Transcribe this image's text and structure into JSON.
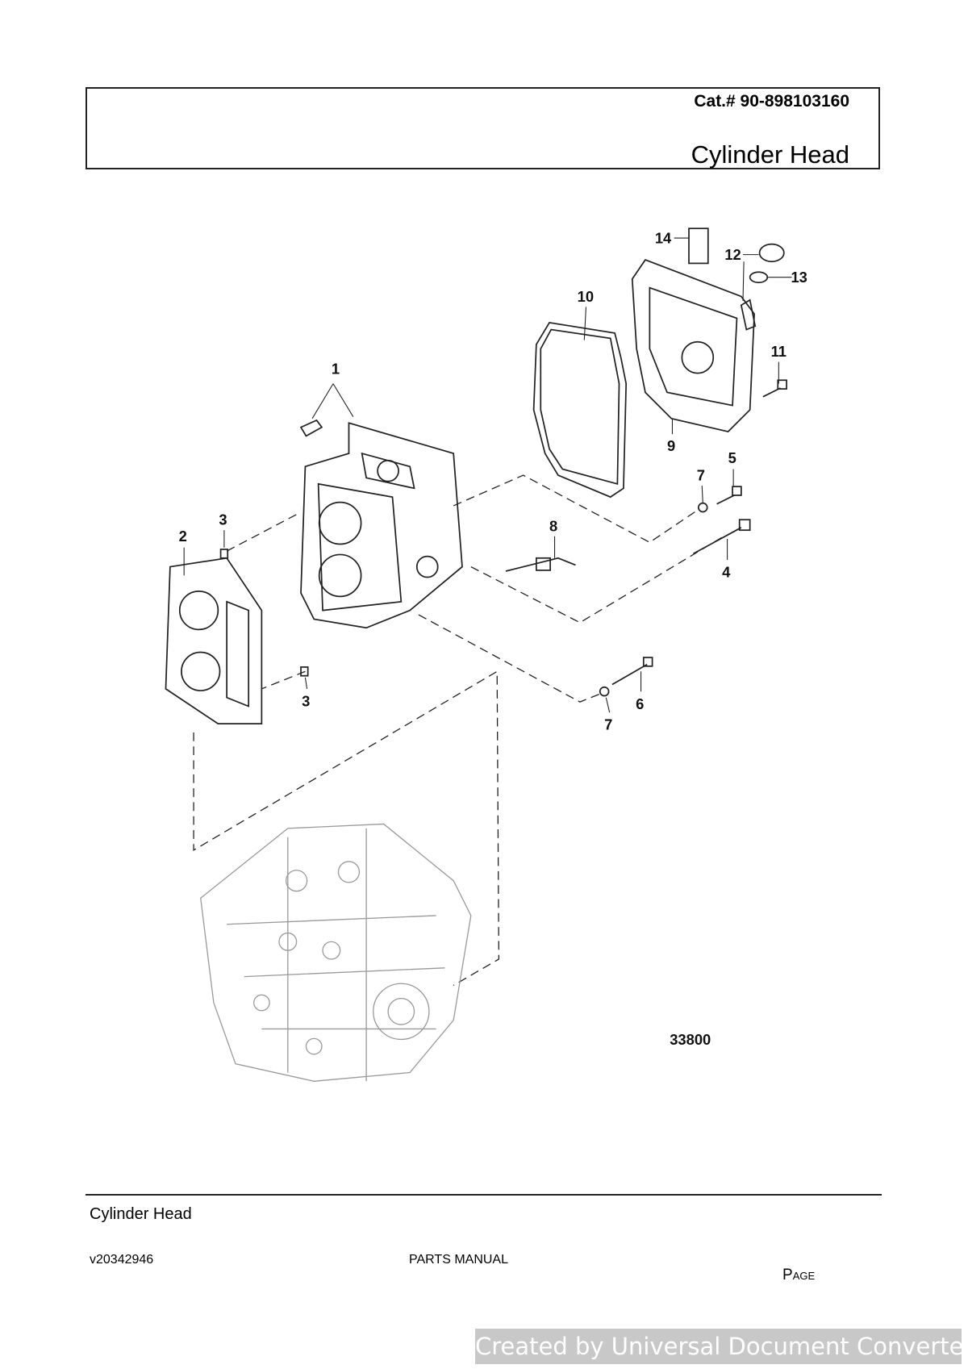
{
  "header": {
    "catalog_number": "Cat.# 90-898103160",
    "title": "Cylinder Head"
  },
  "diagram": {
    "callouts": [
      "1",
      "2",
      "3",
      "3",
      "4",
      "5",
      "6",
      "7",
      "7",
      "8",
      "9",
      "10",
      "11",
      "12",
      "13",
      "14"
    ],
    "figure_number": "33800"
  },
  "footer": {
    "section_title": "Cylinder Head",
    "version": "v20342946",
    "manual": "PARTS MANUAL",
    "page_first": "P",
    "page_rest": "AGE"
  },
  "watermark": "Created by Universal Document Converter"
}
